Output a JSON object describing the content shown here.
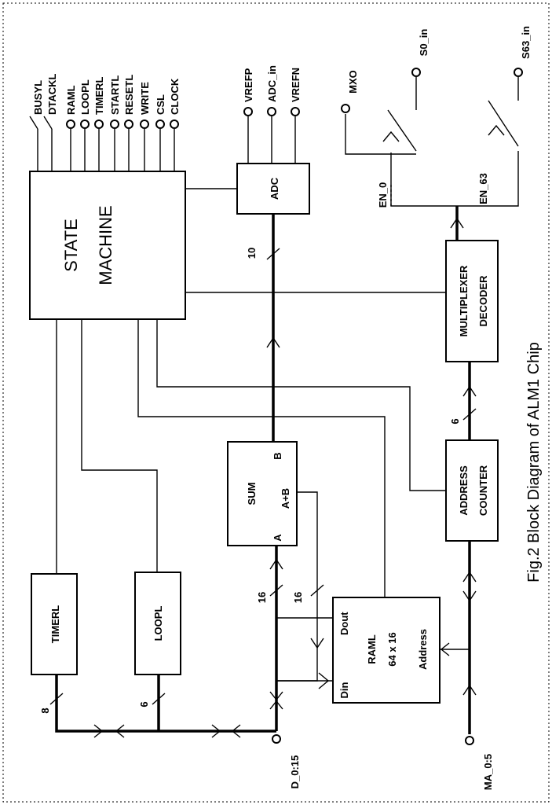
{
  "caption": "Fig.2  Block Diagram of ALM1 Chip",
  "blocks": {
    "state_machine": [
      "STATE",
      "MACHINE"
    ],
    "adc": "ADC",
    "sum": "SUM",
    "sum_a": "A",
    "sum_b": "B",
    "sum_apb": "A+B",
    "timerl": "TIMERL",
    "loopl": "LOOPL",
    "raml": "RAML",
    "raml_size": "64 x 16",
    "raml_din": "Din",
    "raml_dout": "Dout",
    "raml_address": "Address",
    "address_counter": [
      "ADDRESS",
      "COUNTER"
    ],
    "mux_decoder": [
      "MULTIPLEXER",
      "DECODER"
    ]
  },
  "signals": [
    "BUSYL",
    "DTACKL",
    "RAML",
    "LOOPL",
    "TIMERL",
    "STARTL",
    "RESETL",
    "WRITE",
    "CSL",
    "CLOCK"
  ],
  "adc_pins": [
    "VREFP",
    "ADC_in",
    "VREFN"
  ],
  "outputs": {
    "mxo": "MXO",
    "s0": "S0_in",
    "s63": "S63_in",
    "en0": "EN_0",
    "en63": "EN_63"
  },
  "ports": {
    "data": "D_0:15",
    "ma": "MA_0:5"
  },
  "bus_widths": {
    "adc": "10",
    "timerl": "8",
    "loopl": "6",
    "sum_a": "16",
    "sum_out": "16",
    "counter": "6"
  }
}
